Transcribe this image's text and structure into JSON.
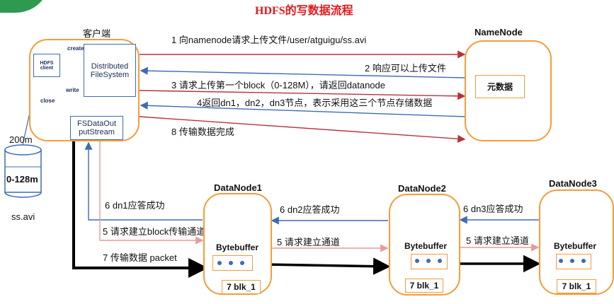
{
  "title": "HDFS的写数据流程",
  "client": {
    "label": "客户端",
    "hdfs_client": "HDFS client",
    "distributed_fs": "Distributed FileSystem",
    "fsdata_out": "FSDataOut putStream",
    "create": "create",
    "write": "write",
    "close": "close"
  },
  "namenode": {
    "label": "NameNode",
    "metadata": "元数据"
  },
  "file": {
    "size": "200m",
    "block": "0-128m",
    "name": "ss.avi"
  },
  "steps": {
    "s1": "1 向namenode请求上传文件/user/atguigu/ss.avi",
    "s2": "2 响应可以上传文件",
    "s3": "3 请求上传第一个block（0-128M），请返回datanode",
    "s4": "4返回dn1，dn2，dn3节点，表示采用这三个节点存储数据",
    "s8": "8 传输数据完成",
    "s6_dn1": "6 dn1应答成功",
    "s5_build": "5 请求建立block传输通道",
    "s7": "7 传输数据  packet",
    "s6_dn2": "6 dn2应答成功",
    "s5_dn2": "5 请求建立通道",
    "s6_dn3": "6 dn3应答成功",
    "s5_dn3": "5 请求建立通道"
  },
  "datanodes": [
    {
      "label": "DataNode1",
      "buffer": "Bytebuffer",
      "blk": "7 blk_1"
    },
    {
      "label": "DataNode2",
      "buffer": "Bytebuffer",
      "blk": "7 blk_1"
    },
    {
      "label": "DataNode3",
      "buffer": "Bytebuffer",
      "blk": "7 blk_1"
    }
  ],
  "colors": {
    "orange": "#f39c3a",
    "blue": "#3b6db4",
    "red": "#b8323a",
    "pink": "#e89a9a",
    "title": "#e0191c"
  }
}
